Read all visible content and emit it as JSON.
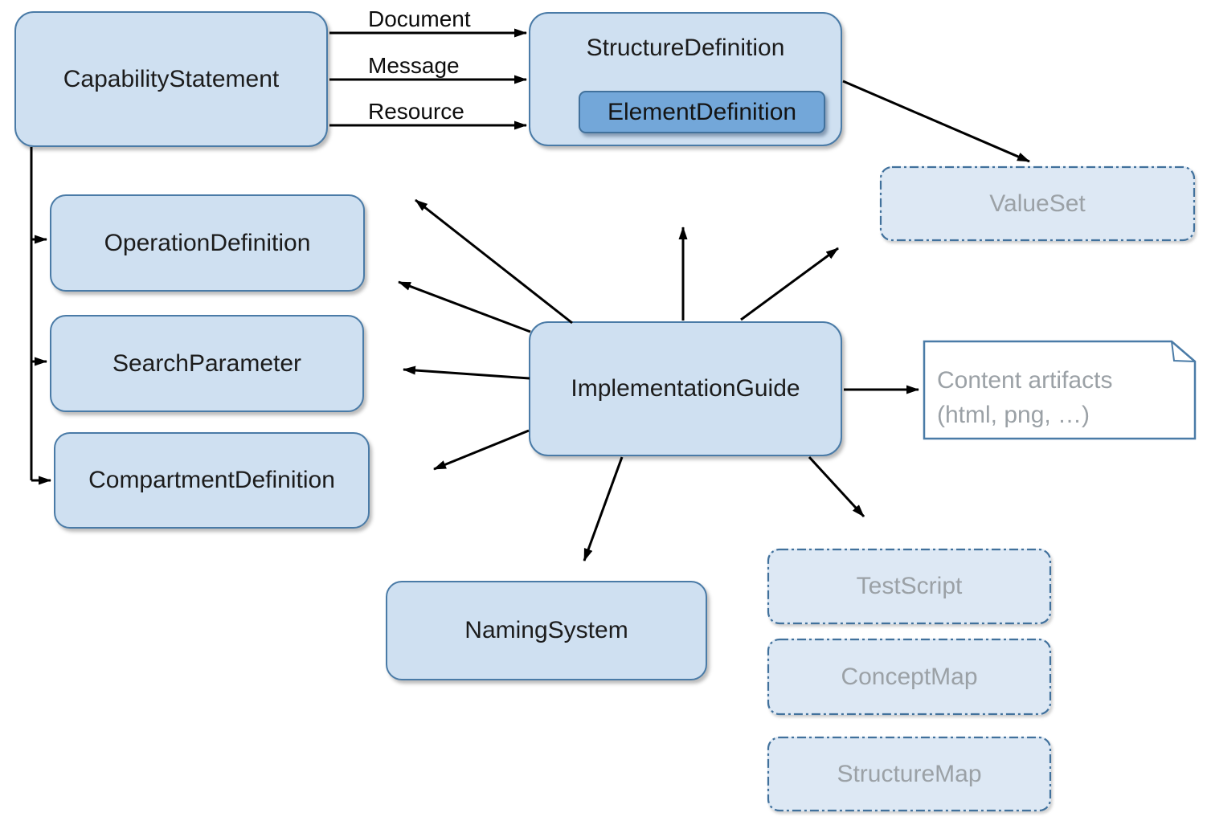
{
  "nodes": {
    "capability_statement": {
      "label": "CapabilityStatement"
    },
    "structure_definition": {
      "label": "StructureDefinition"
    },
    "element_definition": {
      "label": "ElementDefinition"
    },
    "operation_definition": {
      "label": "OperationDefinition"
    },
    "search_parameter": {
      "label": "SearchParameter"
    },
    "compartment_definition": {
      "label": "CompartmentDefinition"
    },
    "implementation_guide": {
      "label": "ImplementationGuide"
    },
    "naming_system": {
      "label": "NamingSystem"
    },
    "value_set": {
      "label": "ValueSet"
    },
    "test_script": {
      "label": "TestScript"
    },
    "concept_map": {
      "label": "ConceptMap"
    },
    "structure_map": {
      "label": "StructureMap"
    },
    "content_artifacts": {
      "line1": "Content artifacts",
      "line2": "(html, png, …)"
    }
  },
  "edge_labels": {
    "document": "Document",
    "message": "Message",
    "resource": "Resource"
  },
  "colors": {
    "node_fill": "#cfe0f1",
    "node_border": "#4a7ba7",
    "inner_node_fill": "#73a7d9",
    "dashed_fill": "#dde8f4",
    "dashed_border": "#41719c",
    "muted_text": "#9ba1a6",
    "arrow": "#000000",
    "text": "#1c1c1c"
  }
}
